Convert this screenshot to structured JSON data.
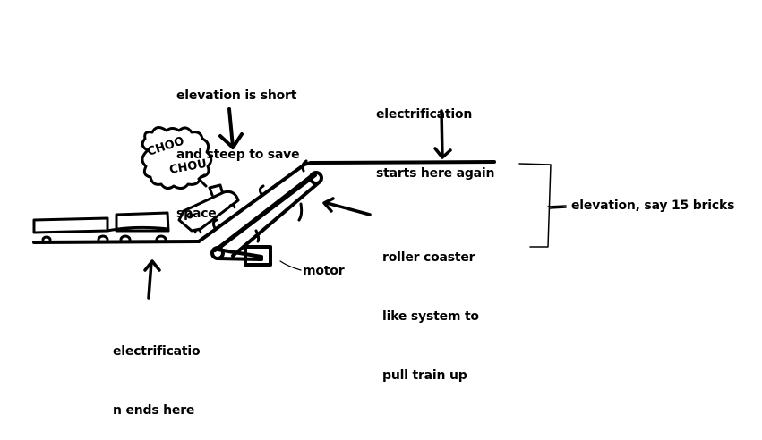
{
  "labels": {
    "elevation_short": [
      "elevation is short",
      "and steep to save",
      "space"
    ],
    "electrification_starts": [
      "electrification",
      "starts here again"
    ],
    "roller_coaster": [
      "roller coaster",
      "like system to",
      "pull train up"
    ],
    "motor": "motor",
    "elevation_height": "elevation, say 15 bricks",
    "electrification_ends": [
      "electrificatio",
      "n ends here"
    ]
  },
  "smoke_text": [
    "CHOO",
    "CHOU"
  ]
}
